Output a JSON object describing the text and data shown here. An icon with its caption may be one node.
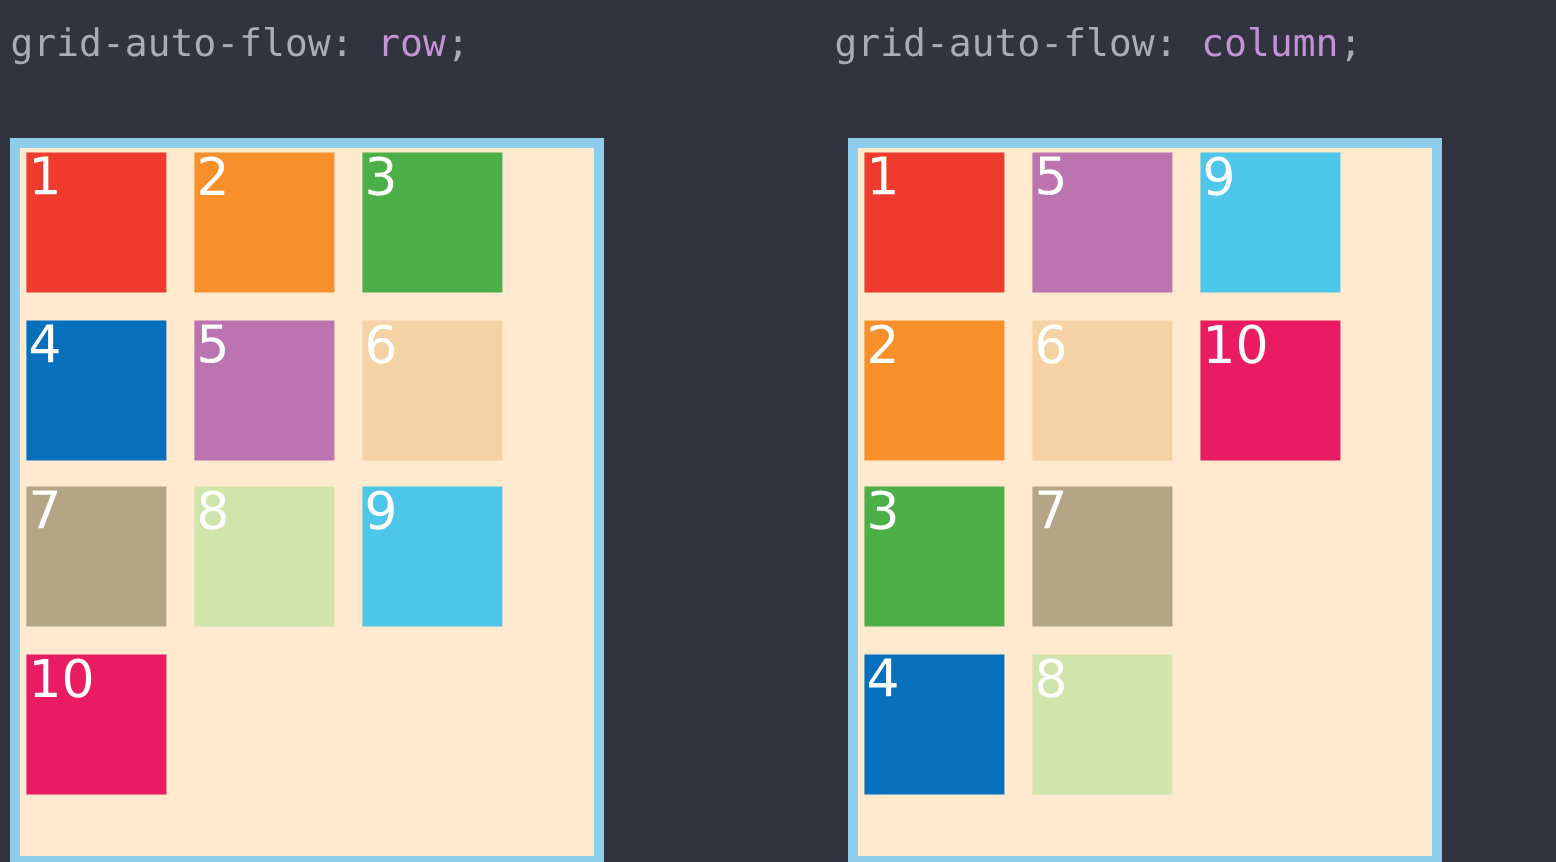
{
  "diagram": {
    "nodes": [
      {
        "text": [],
        "shape": "box"
      },
      {
        "text": [
          "1"
        ],
        "in": 0
      },
      {
        "text": [
          "2"
        ],
        "in": 0
      },
      {
        "text": [
          "3"
        ],
        "in": 0
      },
      {
        "text": [
          "4"
        ],
        "in": 0
      },
      {
        "text": [
          "5"
        ],
        "in": 0
      },
      {
        "text": [
          "6"
        ],
        "in": 0
      },
      {
        "text": [
          "7"
        ],
        "in": 0
      },
      {
        "text": [
          "8"
        ],
        "in": 0
      },
      {
        "text": [
          "9"
        ],
        "in": 0
      },
      {
        "text": [
          "10"
        ],
        "in": 0
      },
      {
        "text": [],
        "shape": "box"
      },
      {
        "text": [
          "1"
        ],
        "in": 11
      },
      {
        "text": [
          "5"
        ],
        "in": 11
      },
      {
        "text": [
          "9"
        ],
        "in": 11
      },
      {
        "text": [
          "2"
        ],
        "in": 11
      },
      {
        "text": [
          "6"
        ],
        "in": 11
      },
      {
        "text": [
          "10"
        ],
        "in": 11
      },
      {
        "text": [
          "3"
        ],
        "in": 11
      },
      {
        "text": [
          "7"
        ],
        "in": 11
      },
      {
        "text": [
          "4"
        ],
        "in": 11
      },
      {
        "text": [
          "8"
        ],
        "in": 11
      }
    ],
    "labels": [
      "grid-auto-flow:",
      "row",
      ";",
      "grid-auto-flow:",
      "column",
      ";"
    ]
  }
}
